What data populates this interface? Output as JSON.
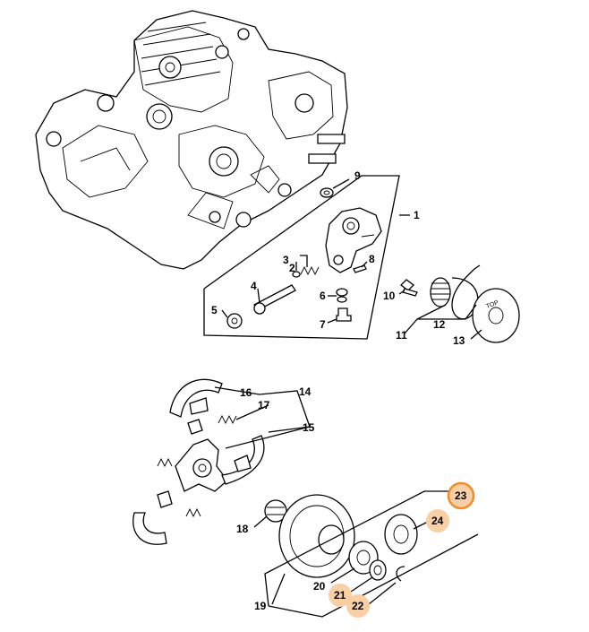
{
  "diagram": {
    "callouts": [
      {
        "id": "n1",
        "label": "1"
      },
      {
        "id": "n2",
        "label": "2"
      },
      {
        "id": "n3",
        "label": "3"
      },
      {
        "id": "n4",
        "label": "4"
      },
      {
        "id": "n5",
        "label": "5"
      },
      {
        "id": "n6",
        "label": "6"
      },
      {
        "id": "n7",
        "label": "7"
      },
      {
        "id": "n8",
        "label": "8"
      },
      {
        "id": "n9",
        "label": "9"
      },
      {
        "id": "n10",
        "label": "10"
      },
      {
        "id": "n11",
        "label": "11"
      },
      {
        "id": "n12",
        "label": "12"
      },
      {
        "id": "n13",
        "label": "13"
      },
      {
        "id": "n14",
        "label": "14"
      },
      {
        "id": "n15",
        "label": "15"
      },
      {
        "id": "n16",
        "label": "16"
      },
      {
        "id": "n17",
        "label": "17"
      },
      {
        "id": "n18",
        "label": "18"
      },
      {
        "id": "n19",
        "label": "19"
      },
      {
        "id": "n20",
        "label": "20"
      },
      {
        "id": "n21",
        "label": "21"
      },
      {
        "id": "n22",
        "label": "22"
      },
      {
        "id": "n23",
        "label": "23"
      },
      {
        "id": "n24",
        "label": "24"
      }
    ],
    "part_marking": "TOP",
    "highlight": {
      "selected": "23",
      "related": [
        "24",
        "21",
        "22"
      ],
      "selected_ring_color": "#f08c2a",
      "related_fill_color": "#f9cfa6"
    }
  }
}
